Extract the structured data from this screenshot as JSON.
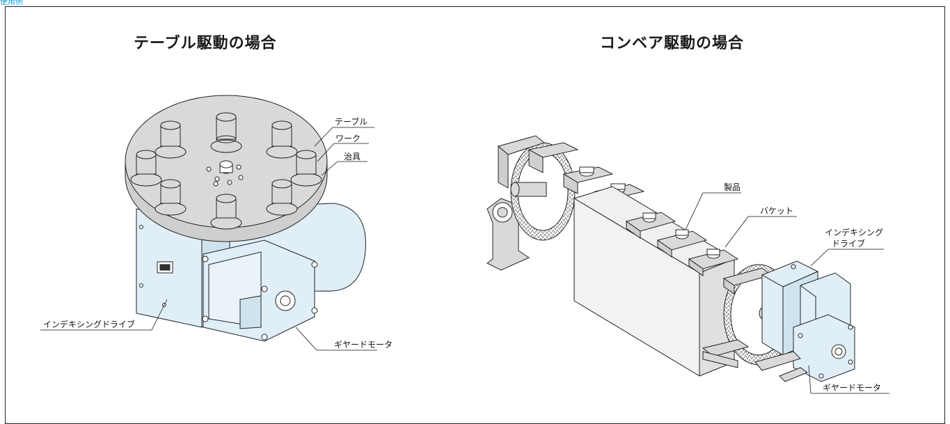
{
  "top_caption": "使用例",
  "left": {
    "title": "テーブル駆動の場合",
    "labels": {
      "table": "テーブル",
      "work": "ワーク",
      "jig": "治具",
      "indexing_drive": "インデキシングドライブ",
      "geared_motor": "ギヤードモータ"
    }
  },
  "right": {
    "title": "コンベア駆動の場合",
    "labels": {
      "product": "製品",
      "bucket": "バケット",
      "indexing_drive_line1": "インデキシング",
      "indexing_drive_line2": "ドライブ",
      "geared_motor": "ギヤードモータ"
    }
  },
  "colors": {
    "machine_fill": "#dfeef7",
    "table_fill": "#d9d9d9",
    "stroke": "#222222",
    "caption_accent": "#1a9ed6"
  }
}
